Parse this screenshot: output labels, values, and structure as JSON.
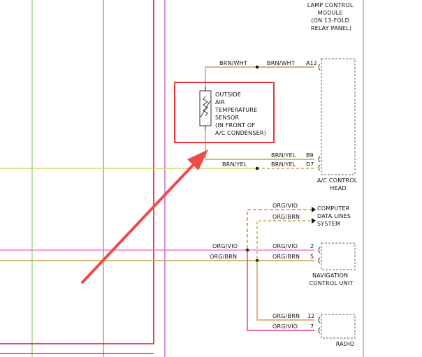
{
  "module_top": {
    "lines": [
      "LAMP CONTROL",
      "MODULE",
      "(ON 13-FOLD",
      "RELAY PANEL)"
    ]
  },
  "sensor": {
    "lines": [
      "OUTSIDE",
      "AIR",
      "TEMPERATURE",
      "SENSOR",
      "(IN FRONT OF",
      "A/C CONDENSER)"
    ]
  },
  "ac_head": {
    "lines": [
      "A/C CONTROL",
      "HEAD"
    ]
  },
  "computer": {
    "lines": [
      "COMPUTER",
      "DATA LINES",
      "SYSTEM"
    ]
  },
  "nav": {
    "lines": [
      "NAVIGATION",
      "CONTROL UNIT"
    ]
  },
  "radio": {
    "label": "RADIO"
  },
  "wires": {
    "brn_wht_left": "BRN/WHT",
    "brn_wht_right": "BRN/WHT",
    "brn_yel_b9": "BRN/YEL",
    "brn_yel_left": "BRN/YEL",
    "brn_yel_right": "BRN/YEL",
    "org_vio_comp": "ORG/VIO",
    "org_brn_comp": "ORG/BRN",
    "org_vio_left": "ORG/VIO",
    "org_vio_right": "ORG/VIO",
    "org_brn_left": "ORG/BRN",
    "org_brn_right": "ORG/BRN",
    "org_brn_radio": "ORG/BRN",
    "org_vio_radio": "ORG/VIO"
  },
  "pins": {
    "a12": "A12",
    "b9": "B9",
    "d7": "D7",
    "nav_2": "2",
    "nav_5": "5",
    "radio_12": "12",
    "radio_7": "7"
  },
  "colors": {
    "brown_wire": "#c8a050",
    "yellow_wire": "#d6d86a",
    "orange_wire": "#f08a1e",
    "violet_wire": "#e868c8",
    "green_guide": "#a8d890",
    "purple_guide": "#c46ad8",
    "red_annotation": "#e8333a",
    "arrow": "#ef4a4a"
  }
}
